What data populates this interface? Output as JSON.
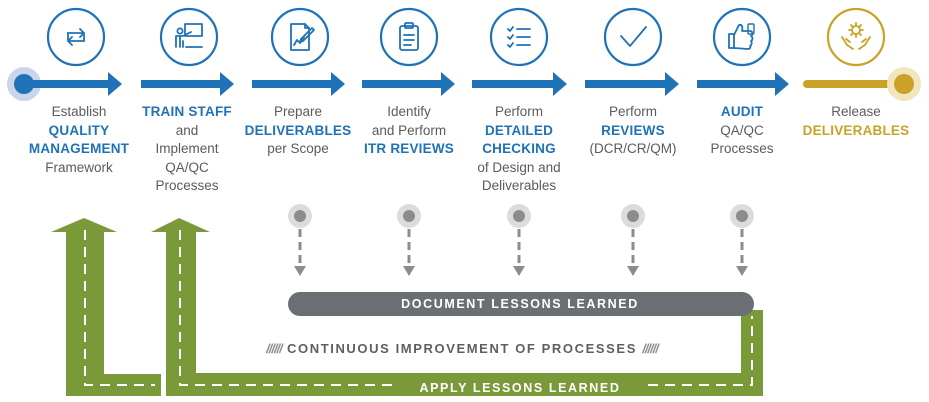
{
  "steps": [
    {
      "id": "establish",
      "icon": "arrows-cycle-icon",
      "lines": [
        {
          "text": "Establish",
          "bold": false
        },
        {
          "text": "QUALITY",
          "bold": true
        },
        {
          "text": "MANAGEMENT",
          "bold": true
        },
        {
          "text": "Framework",
          "bold": false
        }
      ]
    },
    {
      "id": "train",
      "icon": "trainer-board-icon",
      "lines": [
        {
          "text": "TRAIN STAFF",
          "bold": true
        },
        {
          "text": "and",
          "bold": false
        },
        {
          "text": "Implement",
          "bold": false
        },
        {
          "text": "QA/QC",
          "bold": false
        },
        {
          "text": "Processes",
          "bold": false
        }
      ]
    },
    {
      "id": "prepare",
      "icon": "document-pen-icon",
      "lines": [
        {
          "text": "Prepare",
          "bold": false
        },
        {
          "text": "DELIVERABLES",
          "bold": true
        },
        {
          "text": "per Scope",
          "bold": false
        }
      ]
    },
    {
      "id": "identify",
      "icon": "clipboard-icon",
      "lines": [
        {
          "text": "Identify",
          "bold": false
        },
        {
          "text": "and Perform",
          "bold": false
        },
        {
          "text": "ITR REVIEWS",
          "bold": true
        }
      ]
    },
    {
      "id": "checking",
      "icon": "checklist-icon",
      "lines": [
        {
          "text": "Perform",
          "bold": false
        },
        {
          "text": "DETAILED",
          "bold": true
        },
        {
          "text": "CHECKING",
          "bold": true
        },
        {
          "text": "of Design and",
          "bold": false
        },
        {
          "text": "Deliverables",
          "bold": false
        }
      ]
    },
    {
      "id": "reviews",
      "icon": "checkmark-icon",
      "lines": [
        {
          "text": "Perform",
          "bold": false
        },
        {
          "text": "REVIEWS",
          "bold": true
        },
        {
          "text": "(DCR/CR/QM)",
          "bold": false
        }
      ]
    },
    {
      "id": "audit",
      "icon": "thumbs-up-icon",
      "lines": [
        {
          "text": "AUDIT",
          "bold": true
        },
        {
          "text": "QA/QC",
          "bold": false
        },
        {
          "text": "Processes",
          "bold": false
        }
      ]
    },
    {
      "id": "release",
      "icon": "hands-gear-icon",
      "lines": [
        {
          "text": "Release",
          "bold": false
        },
        {
          "text": "DELIVERABLES",
          "bold": true
        }
      ]
    }
  ],
  "document_lessons": "DOCUMENT LESSONS LEARNED",
  "continuous_improvement": "CONTINUOUS IMPROVEMENT OF PROCESSES",
  "apply_lessons": "APPLY LESSONS LEARNED",
  "hatch_mark": "//////",
  "colors": {
    "blue": "#1f72b8",
    "gold": "#c9a227",
    "green": "#7a9a3a",
    "gray": "#6b6f73",
    "text": "#5b5b5b"
  }
}
